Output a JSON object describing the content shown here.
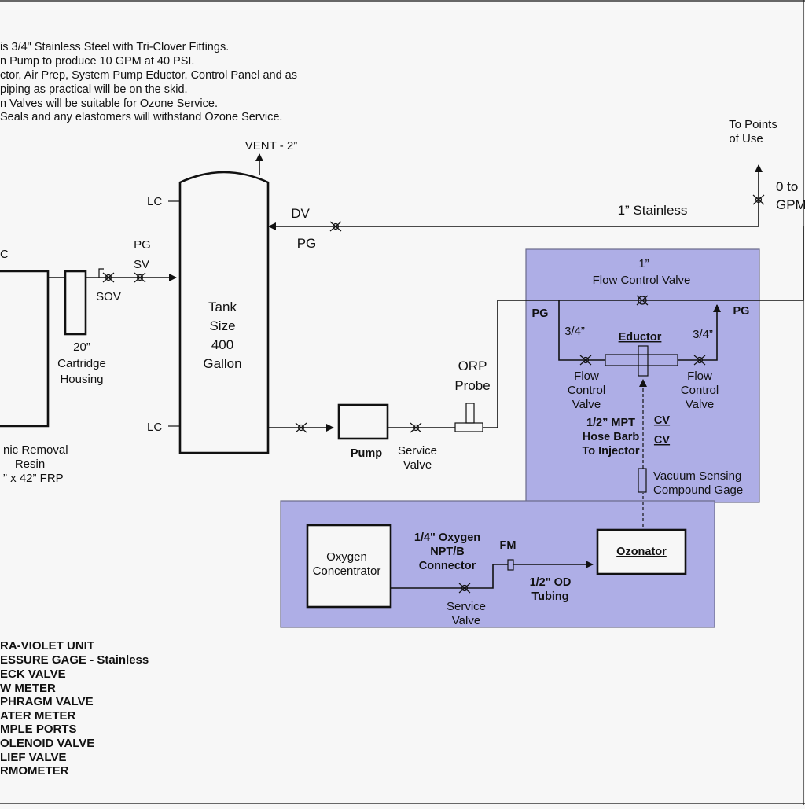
{
  "notes": [
    "is 3/4\" Stainless Steel with Tri-Clover Fittings.",
    "n Pump to produce 10 GPM at 40 PSI.",
    "ctor, Air Prep, System Pump Eductor, Control Panel and as",
    "piping as practical will be on the skid.",
    "n Valves will be suitable for Ozone Service.",
    "Seals and any elastomers will withstand Ozone Service."
  ],
  "labels": {
    "vent": "VENT - 2”",
    "lc_top": "LC",
    "lc_bottom": "LC",
    "lc_left": "C",
    "tank_line1": "Tank",
    "tank_line2": "Size",
    "tank_line3": "400",
    "tank_line4": "Gallon",
    "dv": "DV",
    "pg_return": "PG",
    "stainless": "1” Stainless",
    "to_points_1": "To Points",
    "to_points_2": "of Use",
    "gpm_1": "0 to",
    "gpm_2": "GPM",
    "pg_inlet": "PG",
    "sv": "SV",
    "sov": "SOV",
    "cartridge_1": "20”",
    "cartridge_2": "Cartridge",
    "cartridge_3": "Housing",
    "resin_1": "nic Removal",
    "resin_2": "Resin",
    "resin_3": "” x 42” FRP",
    "pump": "Pump",
    "service_valve_1": "Service",
    "service_valve_2": "Valve",
    "orp_1": "ORP",
    "orp_2": "Probe",
    "fcv_top_1": "1”",
    "fcv_top_2": "Flow Control Valve",
    "pg_left": "PG",
    "pg_right": "PG",
    "three_quarter_left": "3/4”",
    "three_quarter_right": "3/4”",
    "eductor": "Eductor",
    "fcv_left_1": "Flow",
    "fcv_left_2": "Control",
    "fcv_left_3": "Valve",
    "fcv_right_1": "Flow",
    "fcv_right_2": "Control",
    "fcv_right_3": "Valve",
    "mpt_1": "1/2” MPT",
    "mpt_2": "Hose Barb",
    "mpt_3": "To Injector",
    "cv_1": "CV",
    "cv_2": "CV",
    "vacuum_1": "Vacuum Sensing",
    "vacuum_2": "Compound Gage",
    "oxy_1": "Oxygen",
    "oxy_2": "Concentrator",
    "npt_1": "1/4\" Oxygen",
    "npt_2": "NPT/B",
    "npt_3": "Connector",
    "fm": "FM",
    "od_1": "1/2\" OD",
    "od_2": "Tubing",
    "ozonator": "Ozonator",
    "service_valve2_1": "Service",
    "service_valve2_2": "Valve"
  },
  "legend": [
    "RA-VIOLET UNIT",
    "ESSURE GAGE  -  Stainless",
    "ECK VALVE",
    "W METER",
    "PHRAGM VALVE",
    "ATER METER",
    "MPLE PORTS",
    "OLENOID VALVE",
    "LIEF VALVE",
    "RMOMETER"
  ],
  "colors": {
    "panel_fill": "#aeaee6",
    "panel_stroke": "#6a6a8a",
    "line": "#111111",
    "background": "#f7f7f7"
  }
}
